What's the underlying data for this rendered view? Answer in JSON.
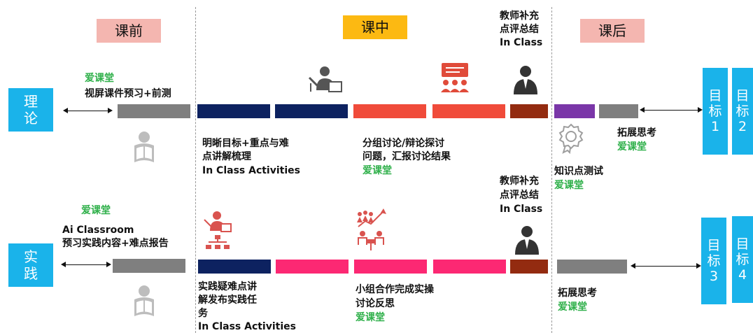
{
  "phases": {
    "before": "课前",
    "during": "课中",
    "after": "课后"
  },
  "theory": {
    "side_label": "理论",
    "pre_platform": "爱课堂",
    "pre_text": "视屏课件预习+前测",
    "lecture_text_1": "明晰目标+重点与难",
    "lecture_text_2": "点讲解梳理",
    "lecture_text_3": "In Class Activities",
    "discuss_text_1": "分组讨论/辩论探讨",
    "discuss_text_2": "问题，汇报讨论结果",
    "discuss_platform": "爱课堂",
    "teacher_text_1": "教师补充",
    "teacher_text_2": "点评总结",
    "teacher_text_3": "In Class",
    "quiz_text": "知识点测试",
    "quiz_platform": "爱课堂",
    "expand_text": "拓展思考",
    "expand_platform": "爱课堂",
    "goal1": [
      "目",
      "标",
      "1"
    ],
    "goal2": [
      "目",
      "标",
      "2"
    ]
  },
  "practice": {
    "side_label": "实践",
    "pre_platform": "爱课堂",
    "pre_text_1": "Ai Classroom",
    "pre_text_2": "预习实践内容+难点报告",
    "lecture_text_1": "实践疑难点讲",
    "lecture_text_2": "解发布实践任",
    "lecture_text_3": "务",
    "lecture_text_4": "In Class Activities",
    "group_text_1": "小组合作完成实操",
    "group_text_2": "讨论反思",
    "group_platform": "爱课堂",
    "teacher_text_1": "教师补充",
    "teacher_text_2": "点评总结",
    "teacher_text_3": "In Class",
    "expand_text": "拓展思考",
    "expand_platform": "爱课堂",
    "goal3": [
      "目",
      "标",
      "3"
    ],
    "goal4": [
      "目",
      "标",
      "4"
    ]
  },
  "colors": {
    "navy": "#0d2260",
    "red": "#f04b3a",
    "pink": "#fc2873",
    "brown": "#932b10",
    "purple": "#7a36a8",
    "gray": "#7f7f7f",
    "blue": "#1ab3ea",
    "green": "#2fb04a",
    "phase_pink": "#f4b6b0",
    "phase_yellow": "#fcb912"
  },
  "icons": [
    "reading-person-icon",
    "teacher-board-icon",
    "presentation-group-icon",
    "teacher-icon",
    "award-badge-icon",
    "teacher-org-chart-icon",
    "teamwork-growth-icon"
  ]
}
